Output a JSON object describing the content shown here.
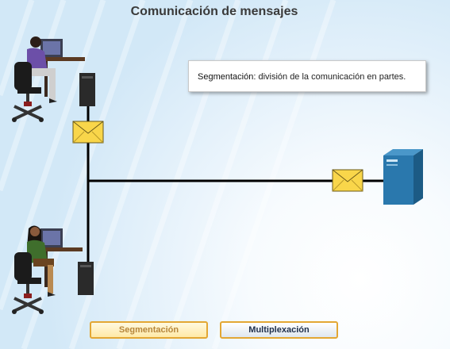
{
  "title": "Comunicación de mensajes",
  "info": {
    "term": "Segmentación",
    "separator": ":",
    "definition": " división de la comunicación en partes."
  },
  "buttons": {
    "segmentation": "Segmentación",
    "multiplexing": "Multiplexación"
  },
  "colors": {
    "segmentation_text": "#b6863a",
    "multiplexing_text": "#1e2e4a",
    "button_border": "#e3a733",
    "envelope": "#f9d64a",
    "server": "#2a78ad"
  }
}
